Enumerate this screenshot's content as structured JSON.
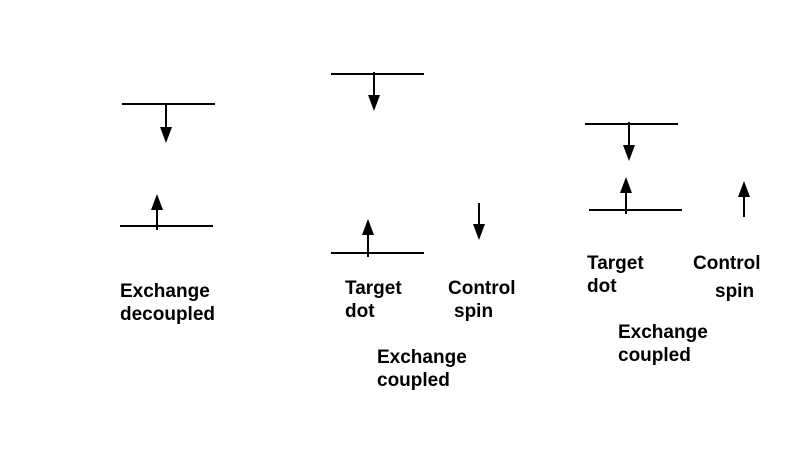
{
  "panels": [
    {
      "caption": [
        "Exchange",
        "decoupled"
      ]
    },
    {
      "target_label": [
        "Target",
        "dot"
      ],
      "control_label": [
        "Control",
        "spin"
      ],
      "caption": [
        "Exchange",
        "coupled"
      ]
    },
    {
      "target_label": [
        "Target",
        "dot"
      ],
      "control_label": [
        "Control",
        "spin"
      ],
      "caption": [
        "Exchange",
        "coupled"
      ]
    }
  ],
  "colors": {
    "ink": "#000000",
    "background": "#ffffff"
  }
}
